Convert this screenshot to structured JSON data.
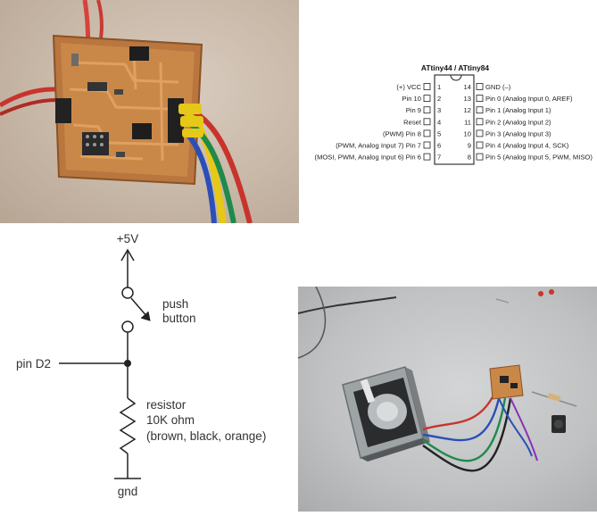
{
  "pinout": {
    "title": "ATtiny44 / ATtiny84",
    "left_pins": [
      {
        "label": "(+) VCC",
        "num": "1"
      },
      {
        "label": "Pin 10",
        "num": "2"
      },
      {
        "label": "Pin 9",
        "num": "3"
      },
      {
        "label": "Reset",
        "num": "4"
      },
      {
        "label": "(PWM) Pin 8",
        "num": "5"
      },
      {
        "label": "(PWM, Analog Input 7) Pin 7",
        "num": "6"
      },
      {
        "label": "(MOSI, PWM, Analog Input 6) Pin 6",
        "num": "7"
      }
    ],
    "right_pins": [
      {
        "label": "GND (–)",
        "num": "14"
      },
      {
        "label": "Pin 0 (Analog Input 0, AREF)",
        "num": "13"
      },
      {
        "label": "Pin 1 (Analog Input 1)",
        "num": "12"
      },
      {
        "label": "Pin 2 (Analog Input 2)",
        "num": "11"
      },
      {
        "label": "Pin 3 (Analog Input 3)",
        "num": "10"
      },
      {
        "label": "Pin 4 (Analog Input 4, SCK)",
        "num": "9"
      },
      {
        "label": "Pin 5 (Analog Input 5, PWM, MISO)",
        "num": "8"
      }
    ]
  },
  "schematic": {
    "supply": "+5V",
    "button_line1": "push",
    "button_line2": "button",
    "pin": "pin D2",
    "resistor_line1": "resistor",
    "resistor_line2": "10K ohm",
    "resistor_line3": "(brown, black, orange)",
    "ground": "gnd"
  },
  "colors": {
    "pcb_copper": "#b9763f",
    "wire_red": "#c8342d",
    "wire_green": "#1f8a4c",
    "wire_blue": "#2a4fb8",
    "wire_yellow": "#e5c818"
  }
}
